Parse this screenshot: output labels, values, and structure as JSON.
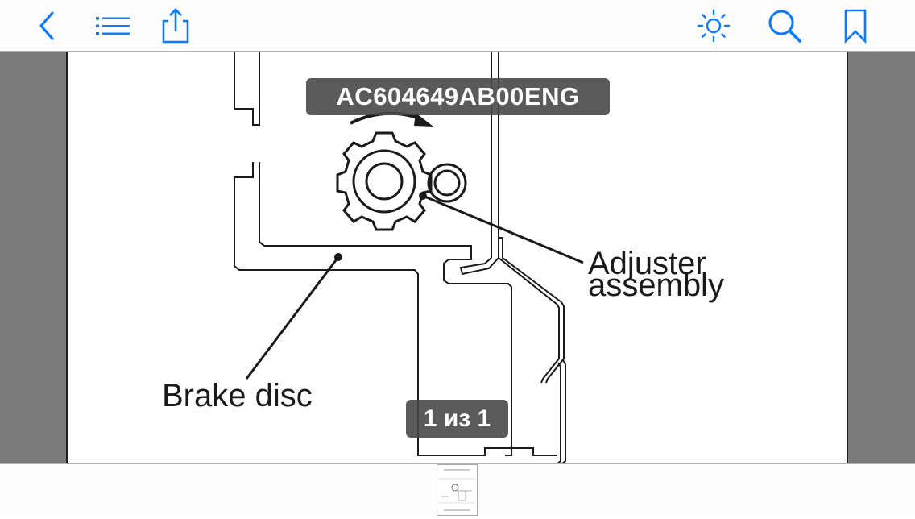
{
  "toolbar": {
    "accent_color": "#0a7aff",
    "left_buttons": [
      {
        "name": "back",
        "icon": "chevron-left-icon"
      },
      {
        "name": "table-of-contents",
        "icon": "list-icon"
      },
      {
        "name": "share",
        "icon": "share-icon"
      }
    ],
    "right_buttons": [
      {
        "name": "brightness",
        "icon": "sun-icon"
      },
      {
        "name": "search",
        "icon": "magnifier-icon"
      },
      {
        "name": "bookmark",
        "icon": "bookmark-icon"
      }
    ]
  },
  "document": {
    "id_badge": "AC604649AB00ENG",
    "labels": {
      "adjuster_line1": "Adjuster",
      "adjuster_line2": "assembly",
      "brake_disc": "Brake disc"
    },
    "page_counter": "1 из 1"
  },
  "thumbnails": [
    {
      "page": 1,
      "selected": true
    }
  ]
}
